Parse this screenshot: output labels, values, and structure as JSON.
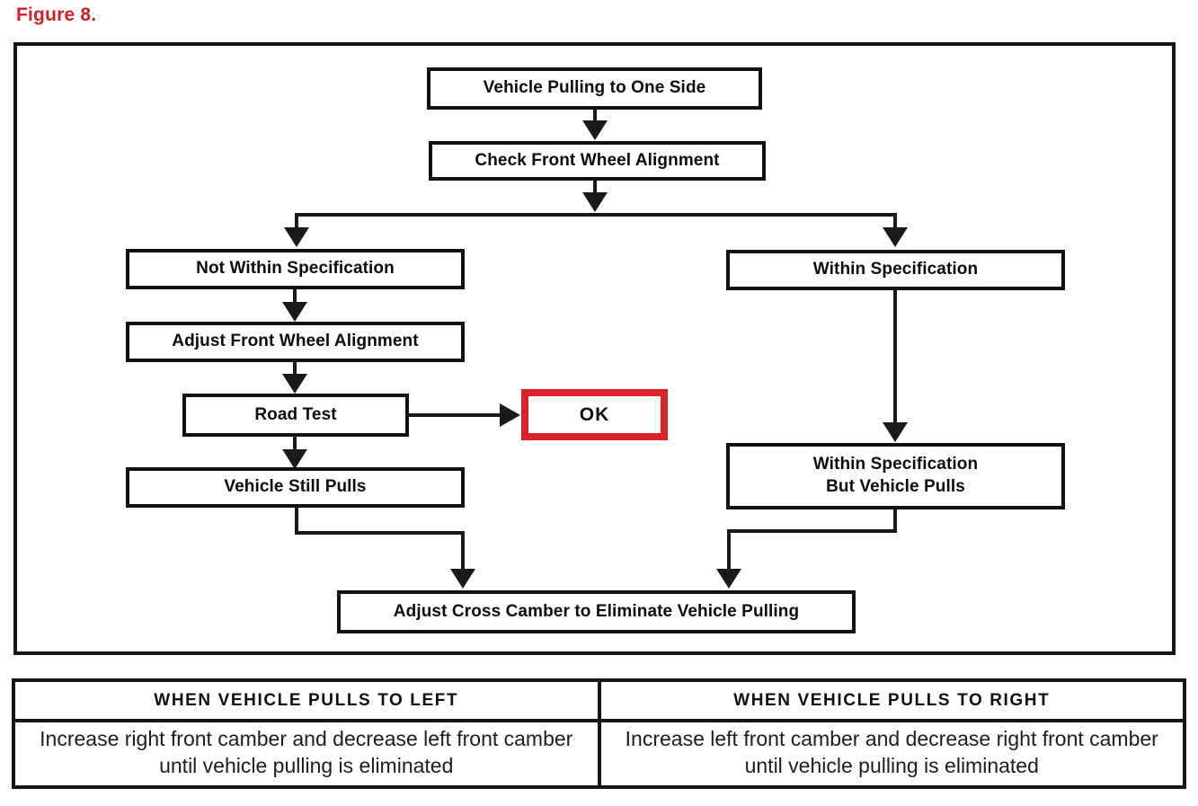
{
  "figure": {
    "label": "Figure 8."
  },
  "flowchart": {
    "nodes": {
      "start": "Vehicle Pulling to One Side",
      "check_alignment": "Check Front Wheel Alignment",
      "not_within_spec": "Not Within Specification",
      "adjust_alignment": "Adjust Front Wheel Alignment",
      "road_test": "Road Test",
      "ok": "OK",
      "still_pulls": "Vehicle Still Pulls",
      "within_spec": "Within Specification",
      "within_spec_pulls_line1": "Within Specification",
      "within_spec_pulls_line2": "But Vehicle Pulls",
      "adjust_cross_camber": "Adjust Cross Camber to Eliminate Vehicle Pulling"
    },
    "colors": {
      "ok_highlight_border": "#da2128",
      "line_color": "#1a1a1a",
      "figure_label_red": "#cf2127"
    }
  },
  "table": {
    "headers": [
      "WHEN VEHICLE PULLS TO LEFT",
      "WHEN VEHICLE PULLS TO RIGHT"
    ],
    "cells": [
      "Increase right front camber and decrease left front camber until vehicle pulling is eliminated",
      "Increase left front camber and decrease right front camber until vehicle pulling is eliminated"
    ]
  }
}
